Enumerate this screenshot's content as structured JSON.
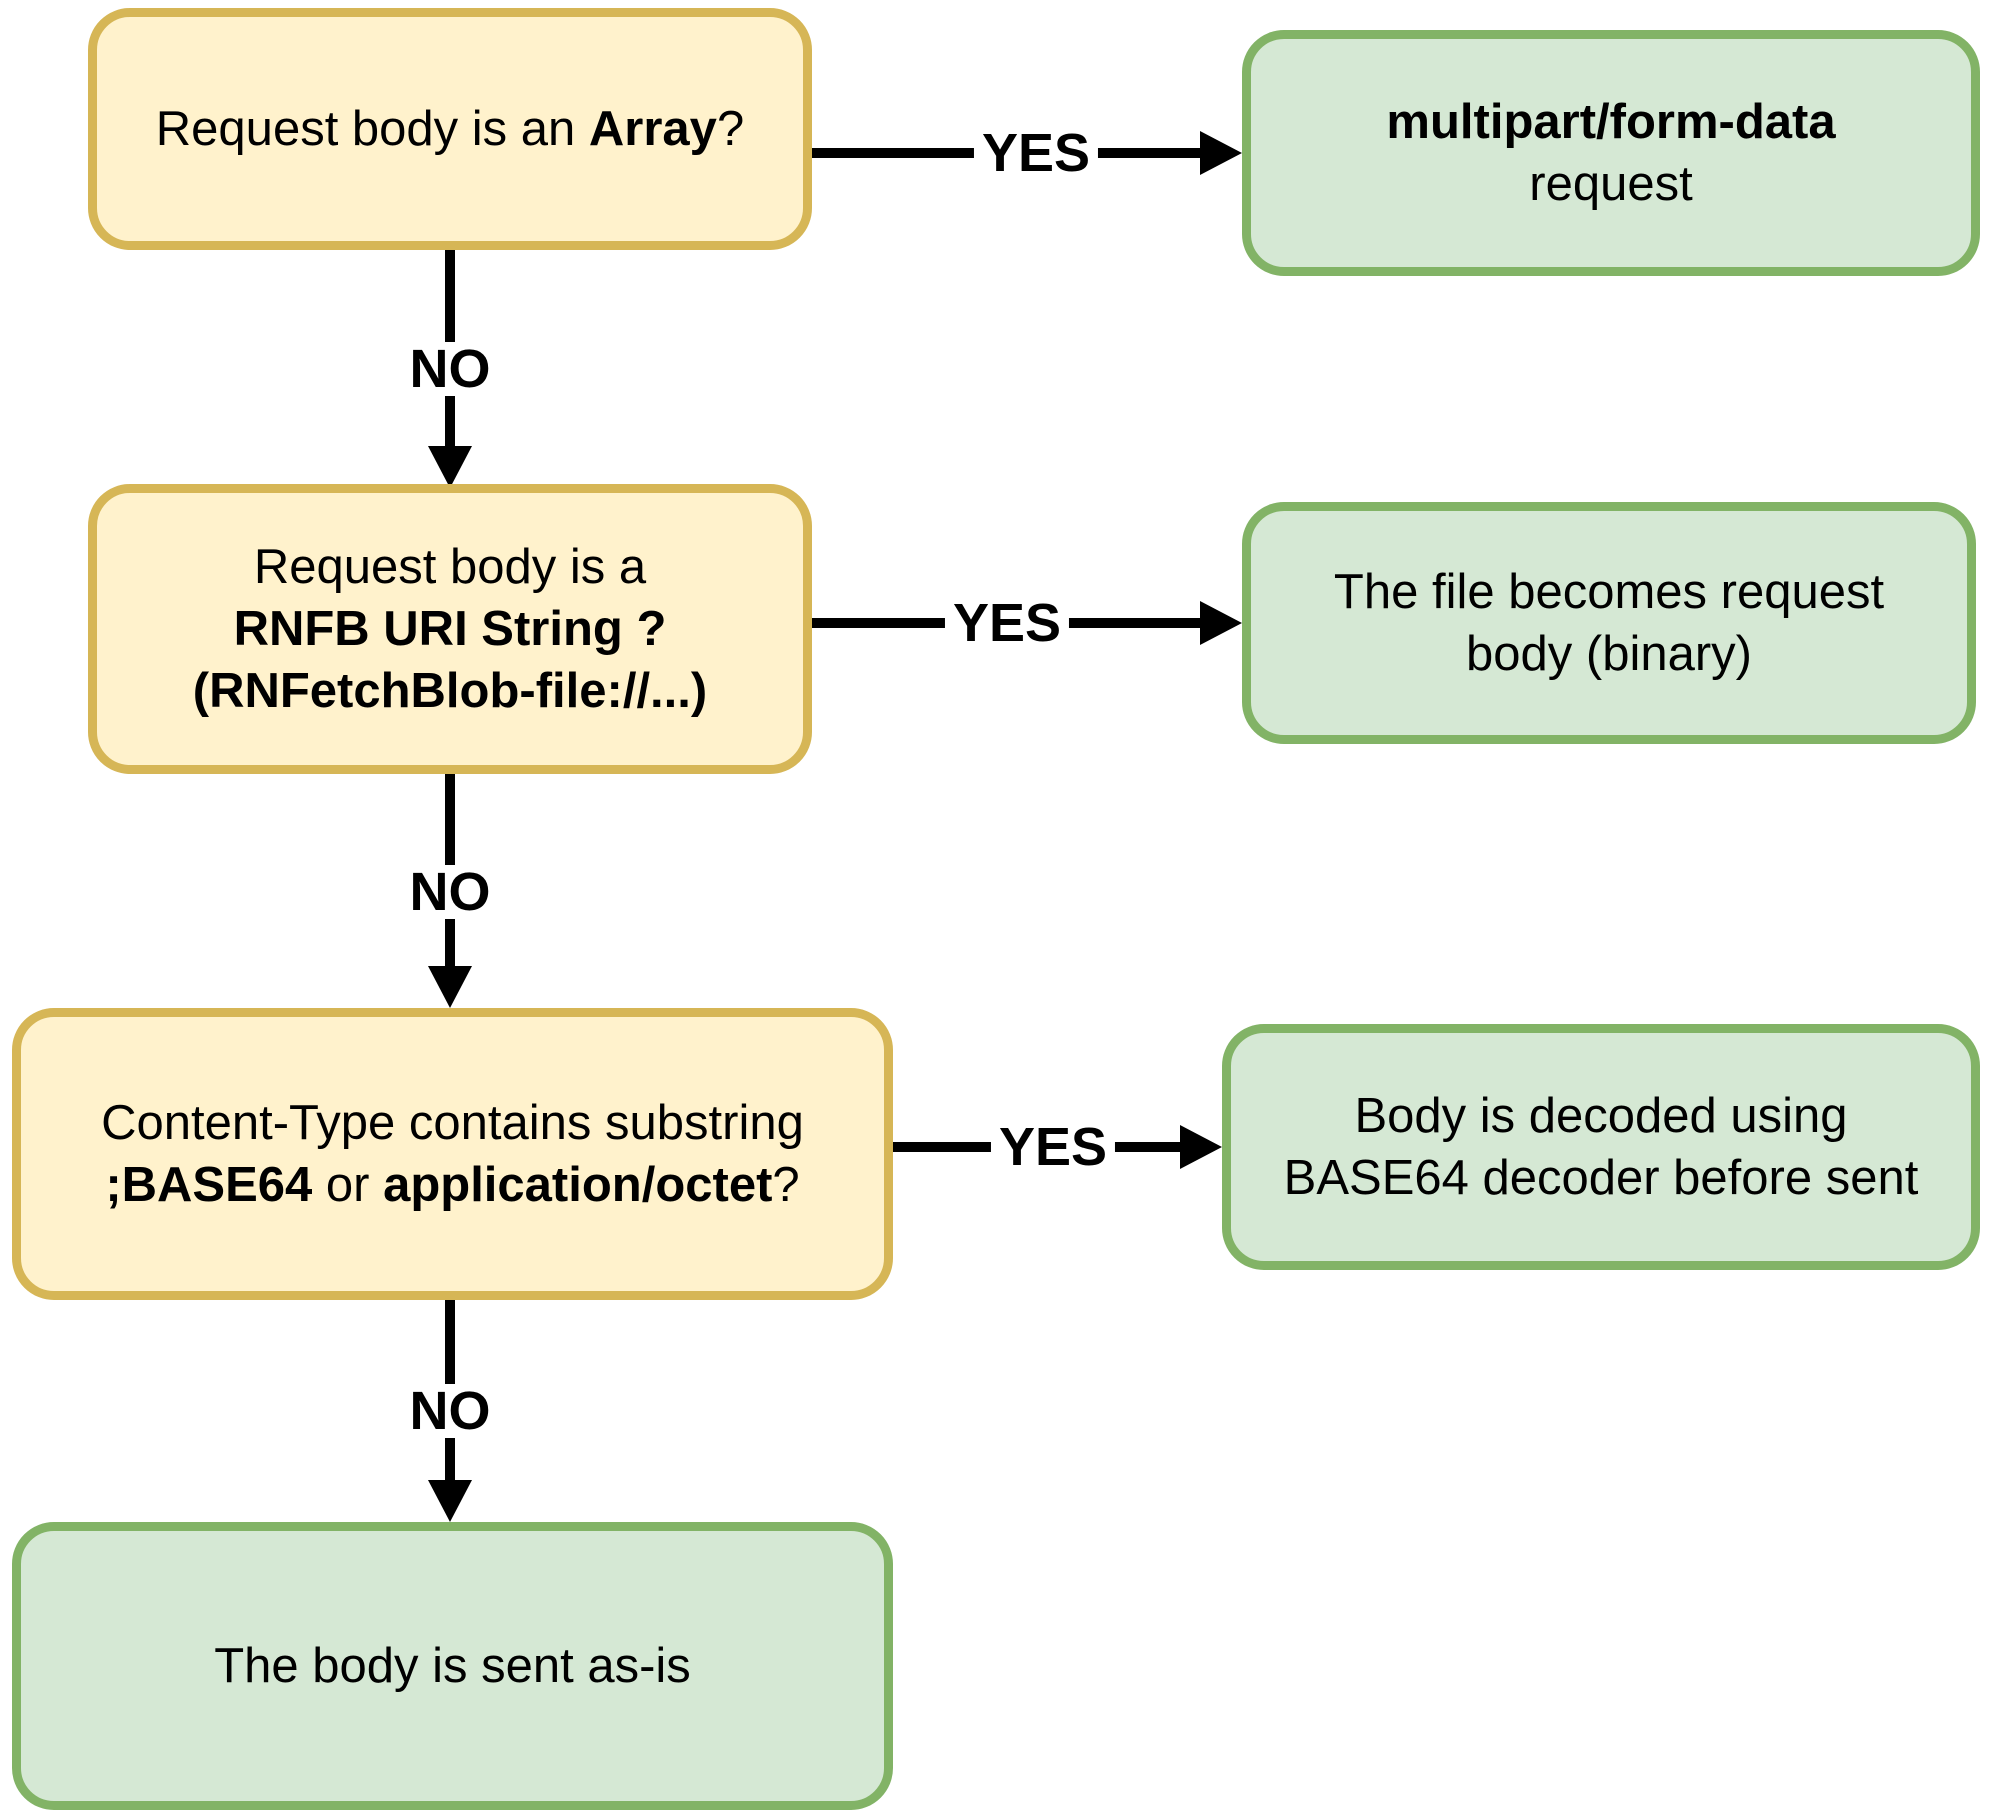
{
  "colors": {
    "decision_fill": "#FFF2CC",
    "decision_border": "#D6B656",
    "result_fill": "#D5E8D4",
    "result_border": "#82B366",
    "arrow_color": "#000000",
    "text_color": "#000000",
    "background": "#FFFFFF"
  },
  "labels": {
    "yes": "YES",
    "no": "NO"
  },
  "nodes": {
    "q_array": {
      "pre": "Request body is an ",
      "bold": "Array",
      "post": "?"
    },
    "r_multipart": {
      "line1": "multipart/form-data",
      "line2": "request"
    },
    "q_rnfb_uri": {
      "line1": "Request body is a",
      "line2": "RNFB URI String ?",
      "line3": "(RNFetchBlob-file://...)"
    },
    "r_file_body": {
      "line1": "The file becomes request",
      "line2": "body (binary)"
    },
    "q_content_type": {
      "line1": "Content-Type contains substring",
      "line2_bold1": ";BASE64",
      "line2_mid": " or ",
      "line2_bold2": "application/octet",
      "line2_post": "?"
    },
    "r_base64": {
      "line1": "Body is decoded using",
      "line2": "BASE64 decoder before sent"
    },
    "r_as_is": {
      "text": "The body is sent as-is"
    }
  }
}
